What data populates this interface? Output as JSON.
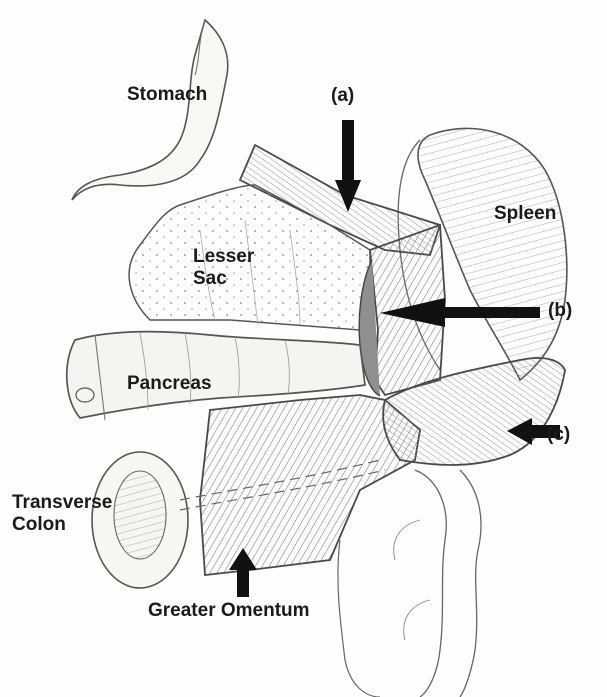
{
  "labels": {
    "stomach": "Stomach",
    "arrow_a": "(a)",
    "spleen": "Spleen",
    "lesser_line1": "Lesser",
    "lesser_line2": "Sac",
    "arrow_b": "(b)",
    "pancreas": "Pancreas",
    "arrow_c": "(c)",
    "transverse_line1": "Transverse",
    "transverse_line2": "Colon",
    "greater_omentum": "Greater Omentum"
  },
  "colors": {
    "ink": "#1a1a1a",
    "pencil": "#555555",
    "shade": "#8a8a8a",
    "paper": "#fdfdfb"
  }
}
